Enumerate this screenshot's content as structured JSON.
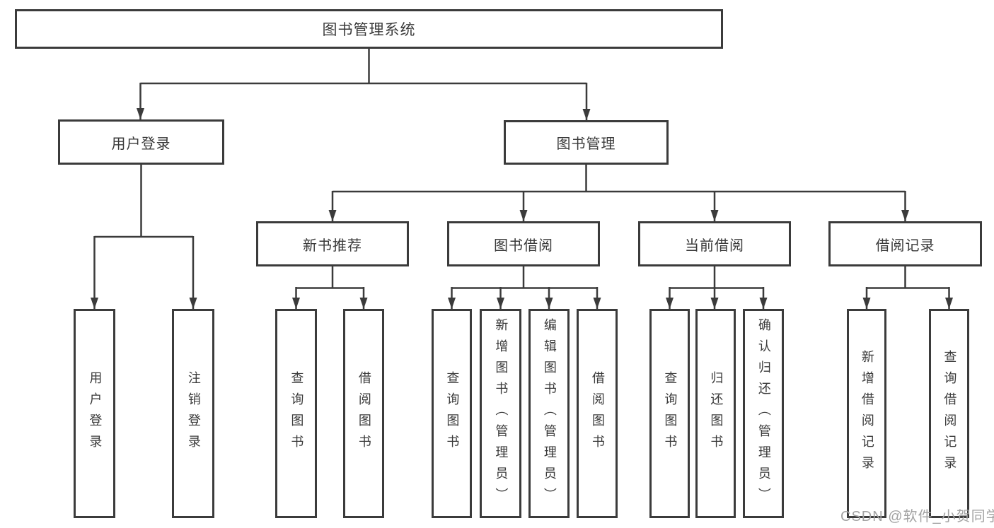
{
  "diagram_title": "图书管理系统",
  "root": {
    "label": "图书管理系统"
  },
  "branches": [
    {
      "label": "用户登录"
    },
    {
      "label": "图书管理"
    }
  ],
  "modules": [
    {
      "label": "新书推荐",
      "parent": "图书管理"
    },
    {
      "label": "图书借阅",
      "parent": "图书管理"
    },
    {
      "label": "当前借阅",
      "parent": "图书管理"
    },
    {
      "label": "借阅记录",
      "parent": "图书管理"
    }
  ],
  "leaves": [
    {
      "label": "用户登录",
      "parent": "用户登录"
    },
    {
      "label": "注销登录",
      "parent": "用户登录"
    },
    {
      "label": "查询图书",
      "parent": "新书推荐"
    },
    {
      "label": "借阅图书",
      "parent": "新书推荐"
    },
    {
      "label": "查询图书",
      "parent": "图书借阅"
    },
    {
      "label": "新增图书（管理员）",
      "parent": "图书借阅"
    },
    {
      "label": "编辑图书（管理员）",
      "parent": "图书借阅"
    },
    {
      "label": "借阅图书",
      "parent": "图书借阅"
    },
    {
      "label": "查询图书",
      "parent": "当前借阅"
    },
    {
      "label": "归还图书",
      "parent": "当前借阅"
    },
    {
      "label": "确认归还（管理员）",
      "parent": "当前借阅"
    },
    {
      "label": "新增借阅记录",
      "parent": "借阅记录"
    },
    {
      "label": "查询借阅记录",
      "parent": "借阅记录"
    }
  ],
  "watermark": "CSDN @软件_小贺同学",
  "colors": {
    "line": "#3b3b3b",
    "text": "#3a3a3a",
    "watermark": "#a3a3a3",
    "box_fill": "#ffffff",
    "background": "#ffffff"
  }
}
